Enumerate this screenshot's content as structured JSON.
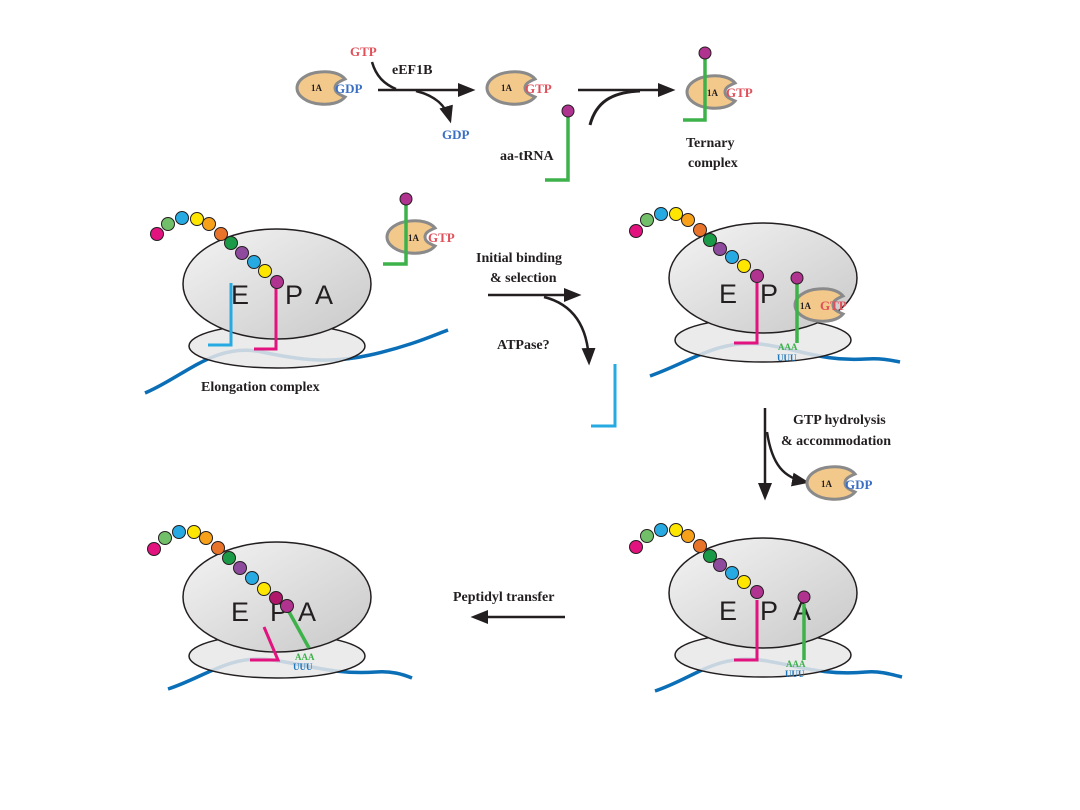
{
  "labels": {
    "gtp": "GTP",
    "gdp": "GDP",
    "ef1a": "1A",
    "eef1b": "eEF1B",
    "aa_trna": "aa-tRNA",
    "ternary_line1": "Ternary",
    "ternary_line2": "complex",
    "initial_binding_line1": "Initial binding",
    "initial_binding_line2": "& selection",
    "atpase": "ATPase?",
    "gtp_hydrolysis_line1": "GTP hydrolysis",
    "gtp_hydrolysis_line2": "& accommodation",
    "peptidyl_transfer": "Peptidyl transfer",
    "elongation_complex": "Elongation complex"
  },
  "sites": {
    "e": "E",
    "p": "P",
    "a": "A"
  },
  "codons": {
    "anticodon": "AAA",
    "codon": "UUU"
  },
  "colors": {
    "ribosome": "#dcdcdc",
    "ef1a_fill": "#f3c98b",
    "ef1a_clamp": "#8a8a8a",
    "gtp": "#e0505a",
    "gdp": "#3a6fc4",
    "trna_aa": "#3db24a",
    "trna_p": "#e2127e",
    "trna_e": "#27aae1",
    "mrna": "#0a6fb7",
    "amino_acid_tip": "#b0338f",
    "arrow": "#231f20"
  },
  "peptide_colors": [
    "#e2127e",
    "#72bf6a",
    "#27aae1",
    "#ffe600",
    "#f7a11a",
    "#e8742b",
    "#1a9a46",
    "#8e4a9c",
    "#27aae1",
    "#ffe600",
    "#b0166a",
    "#ffe600",
    "#27aae1"
  ]
}
